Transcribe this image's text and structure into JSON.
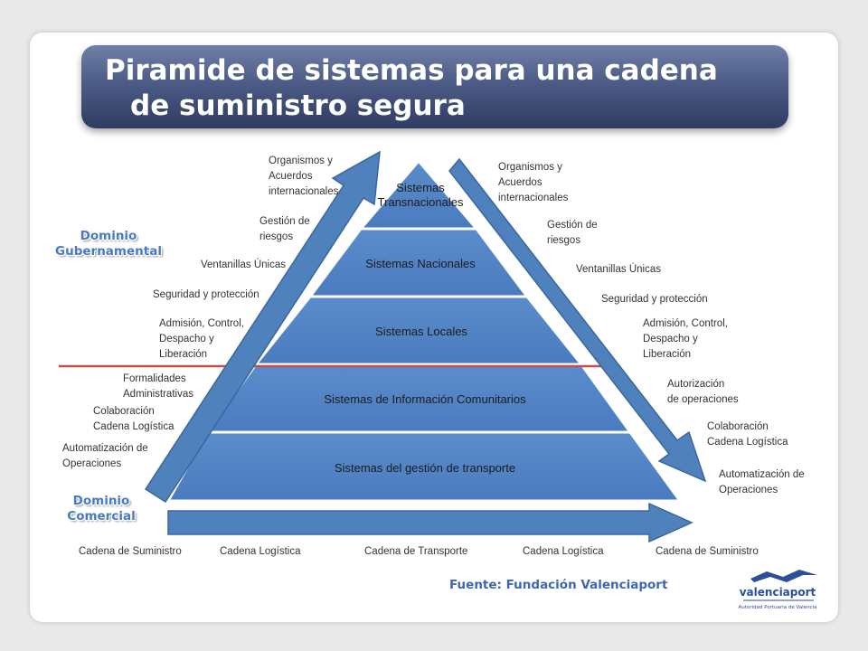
{
  "title": {
    "line1": "Piramide de sistemas para una cadena",
    "line2": "de suministro segura"
  },
  "pyramid": {
    "tiers": [
      "Sistemas\nTransnacionales",
      "Sistemas Nacionales",
      "Sistemas Locales",
      "Sistemas de Información Comunitarios",
      "Sistemas del gestión de transporte"
    ],
    "fill_color": "#4f81bd"
  },
  "left_labels": [
    "Organismos y\nAcuerdos\ninternacionales",
    "Gestión de\nriesgos",
    "Ventanillas Únicas",
    "Seguridad y protección",
    "Admisión, Control,\nDespacho y\nLiberación",
    "Formalidades\nAdministrativas",
    "Colaboración\nCadena Logística",
    "Automatización de\nOperaciones"
  ],
  "right_labels": [
    "Organismos y\nAcuerdos\ninternacionales",
    "Gestión de\nriesgos",
    "Ventanillas Únicas",
    "Seguridad y protección",
    "Admisión, Control,\nDespacho y\nLiberación",
    "Autorización\nde operaciones",
    "Colaboración\nCadena Logística",
    "Automatización de\nOperaciones"
  ],
  "domains": {
    "gubernamental": "Dominio\nGubernamental",
    "comercial": "Dominio\nComercial"
  },
  "bottom_labels": [
    "Cadena de Suministro",
    "Cadena Logística",
    "Cadena de Transporte",
    "Cadena Logística",
    "Cadena de Suministro"
  ],
  "source": "Fuente: Fundación Valenciaport",
  "logo": {
    "name": "valenciaport",
    "subtitle": "Autoridad Portuaria de Valencia"
  },
  "colors": {
    "arrow": "#4f81bd",
    "divider": "#c0504d",
    "title_bar": "#3f4e78",
    "domain_text": "#4a79c4"
  }
}
